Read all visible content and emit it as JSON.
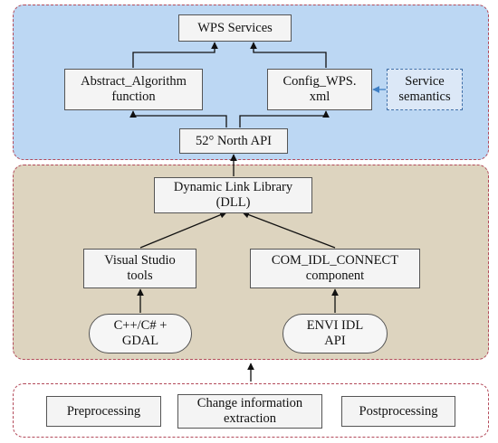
{
  "colors": {
    "services_layer_bg": "#bcd7f3",
    "library_layer_bg": "#ddd4bf",
    "layer_border": "#b34a5a",
    "link": "#111111",
    "semantics_link": "#3f7fc4"
  },
  "services_layer": {
    "wps_services": "WPS Services",
    "abstract_algorithm": "Abstract_Algorithm\nfunction",
    "config_wps": "Config_WPS.\nxml",
    "service_semantics": "Service\nsemantics",
    "north_api": "52° North API"
  },
  "library_layer": {
    "dll": "Dynamic Link Library\n(DLL)",
    "visual_studio": "Visual Studio\ntools",
    "com_idl": "COM_IDL_CONNECT\ncomponent",
    "cpp_gdal": "C++/C# +\nGDAL",
    "envi_idl": "ENVI IDL\nAPI"
  },
  "processing_layer": {
    "preprocessing": "Preprocessing",
    "change_extraction": "Change information\nextraction",
    "postprocessing": "Postprocessing"
  }
}
